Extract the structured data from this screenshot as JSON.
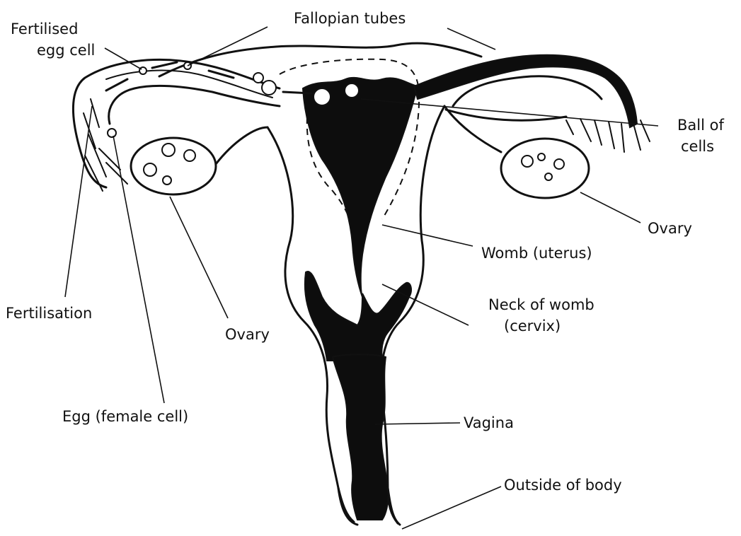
{
  "labels": {
    "fertilised_egg_line1": "Fertilised",
    "fertilised_egg_line2": "egg cell",
    "fallopian_tubes": "Fallopian tubes",
    "ball_of_cells_line1": "Ball of",
    "ball_of_cells_line2": "cells",
    "ovary_right": "Ovary",
    "womb": "Womb (uterus)",
    "neck_of_womb_line1": "Neck of womb",
    "neck_of_womb_line2": "(cervix)",
    "fertilisation": "Fertilisation",
    "ovary_left": "Ovary",
    "egg_female_cell": "Egg (female cell)",
    "vagina": "Vagina",
    "outside_of_body": "Outside of body"
  },
  "colors": {
    "ink": "#111111",
    "background": "#ffffff"
  }
}
